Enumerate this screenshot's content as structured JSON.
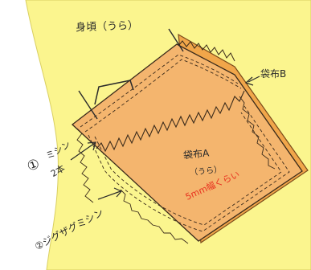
{
  "labels": {
    "bodice": "身頃（うら）",
    "pocket_b": "袋布B",
    "pocket_a": "袋布A",
    "pocket_a_sub": "（うら）",
    "width_note": "5mm幅くらい",
    "step1_num": "①",
    "step1_line1": "ミシン",
    "step1_line2": "2本",
    "step2": "②ジグザグミシン"
  },
  "colors": {
    "background": "#fbf58e",
    "paper": "#ffffff",
    "pocket_a": "#f4b56e",
    "pocket_b": "#f1a64a",
    "ink": "#2a2a2a",
    "accent": "#e8301e"
  }
}
